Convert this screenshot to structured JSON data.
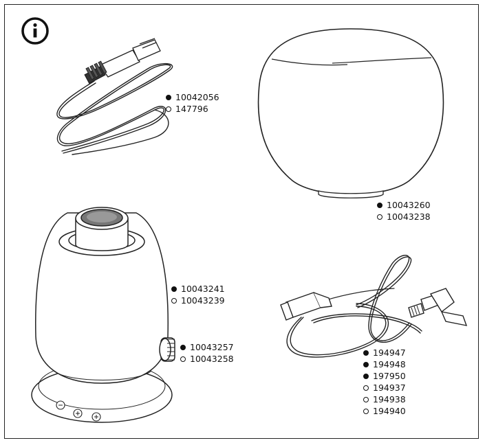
{
  "info_icon": "info-icon",
  "groups": {
    "cable": [
      {
        "marker": "filled",
        "number": "10042056"
      },
      {
        "marker": "open",
        "number": "147796"
      }
    ],
    "shade": [
      {
        "marker": "filled",
        "number": "10043260"
      },
      {
        "marker": "open",
        "number": "10043238"
      }
    ],
    "base_body": [
      {
        "marker": "filled",
        "number": "10043241"
      },
      {
        "marker": "open",
        "number": "10043239"
      }
    ],
    "knob": [
      {
        "marker": "filled",
        "number": "10043257"
      },
      {
        "marker": "open",
        "number": "10043258"
      }
    ],
    "power_cord": [
      {
        "marker": "filled",
        "number": "194947"
      },
      {
        "marker": "filled",
        "number": "194948"
      },
      {
        "marker": "filled",
        "number": "197950"
      },
      {
        "marker": "open",
        "number": "194937"
      },
      {
        "marker": "open",
        "number": "194938"
      },
      {
        "marker": "open",
        "number": "194940"
      }
    ]
  }
}
